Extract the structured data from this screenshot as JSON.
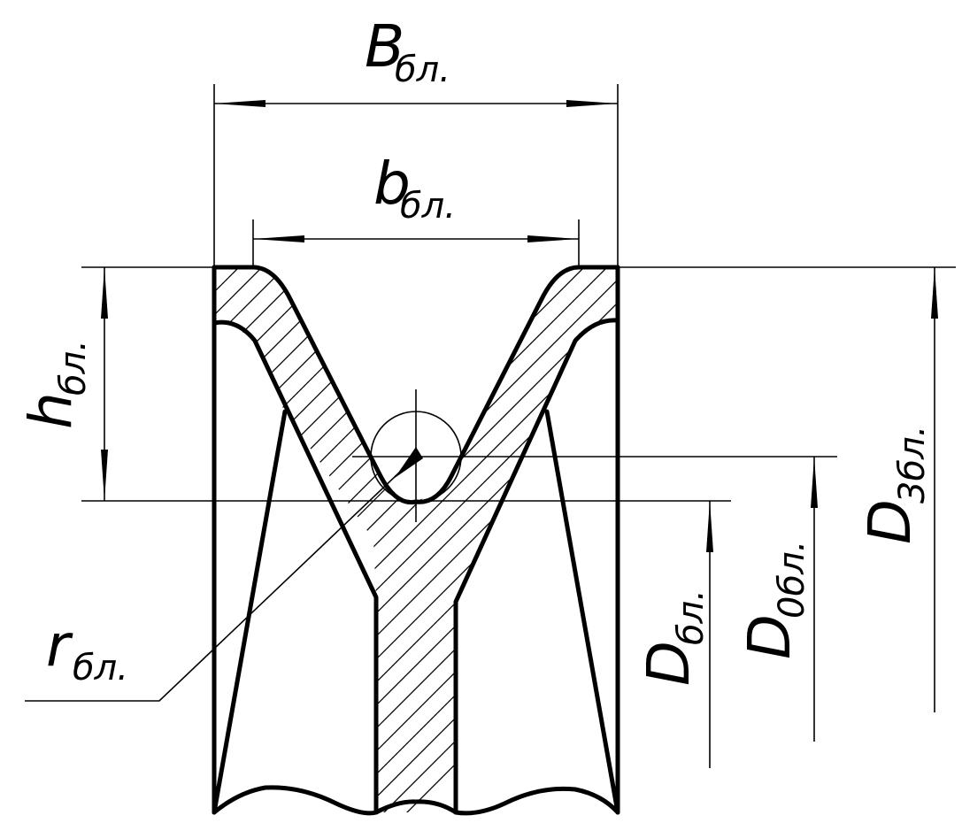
{
  "labels": {
    "B": {
      "main": "B",
      "sub": "бл."
    },
    "b": {
      "main": "b",
      "sub": "бл."
    },
    "h": {
      "main": "h",
      "sub": "бл."
    },
    "r": {
      "main": "r",
      "sub": "бл."
    },
    "D": {
      "main": "D",
      "sub": "бл."
    },
    "D0": {
      "main": "D",
      "sub": "0бл."
    },
    "D3": {
      "main": "D",
      "sub": "3бл."
    }
  },
  "colors": {
    "line": "#000000",
    "background": "#ffffff"
  }
}
